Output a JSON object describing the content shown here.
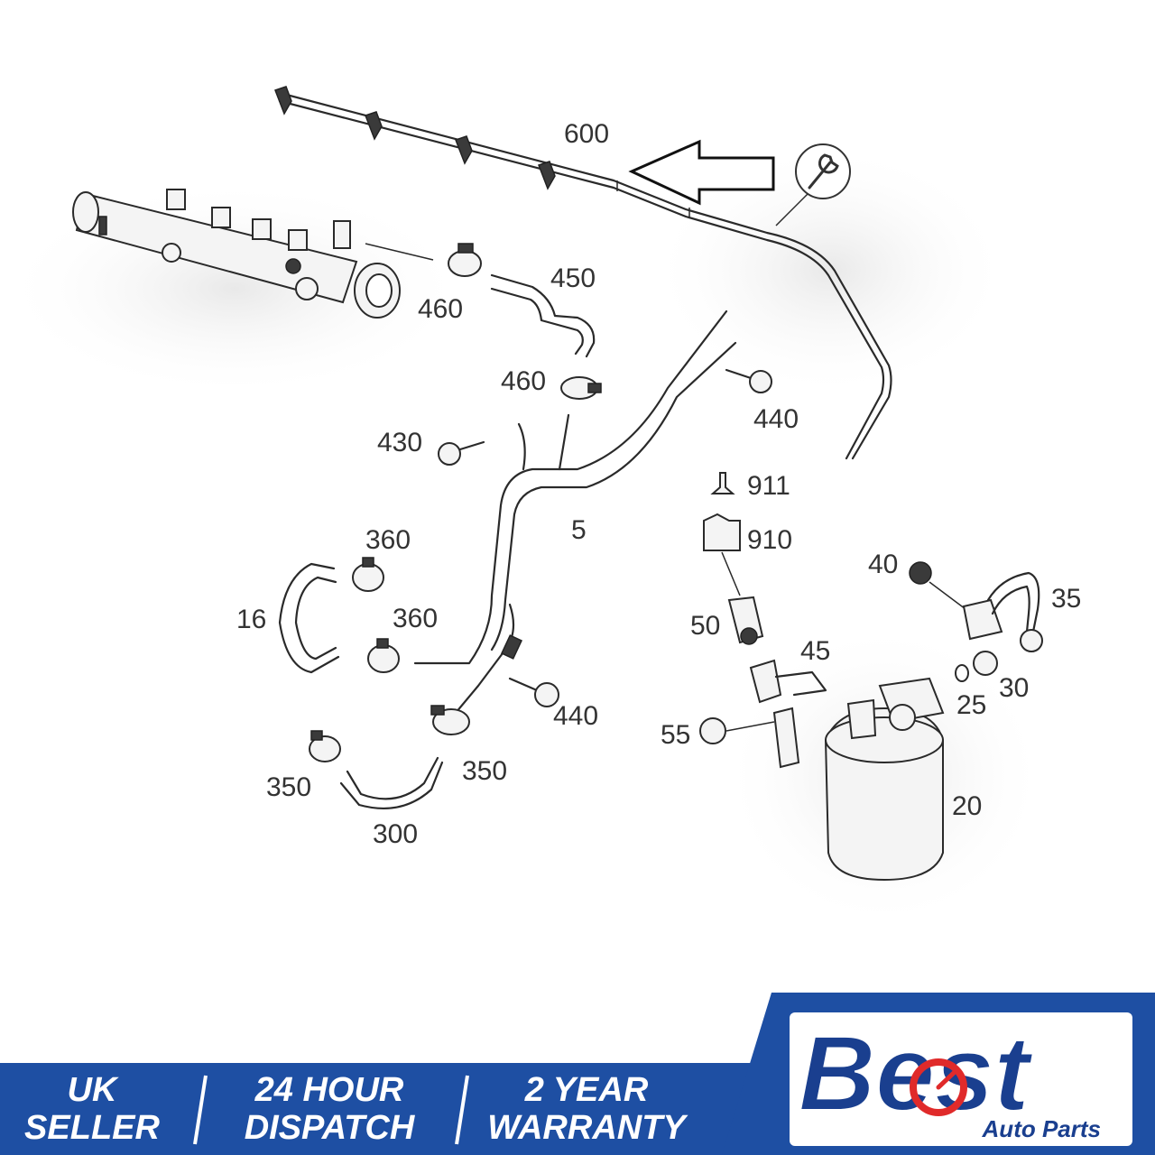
{
  "diagram": {
    "part_labels": [
      "600",
      "450",
      "460",
      "460",
      "440",
      "430",
      "911",
      "910",
      "5",
      "360",
      "16",
      "360",
      "40",
      "35",
      "50",
      "45",
      "30",
      "25",
      "440",
      "55",
      "350",
      "350",
      "20",
      "300"
    ]
  },
  "banner": {
    "items": [
      {
        "line1": "UK",
        "line2": "SELLER"
      },
      {
        "line1": "24 HOUR",
        "line2": "DISPATCH"
      },
      {
        "line1": "2 YEAR",
        "line2": "WARRANTY"
      }
    ],
    "brand_main": "Best",
    "brand_sub": "Auto Parts",
    "colors": {
      "banner_blue": "#1e4fa3",
      "logo_blue": "#1a3f8f",
      "logo_red": "#e02a2a"
    }
  }
}
